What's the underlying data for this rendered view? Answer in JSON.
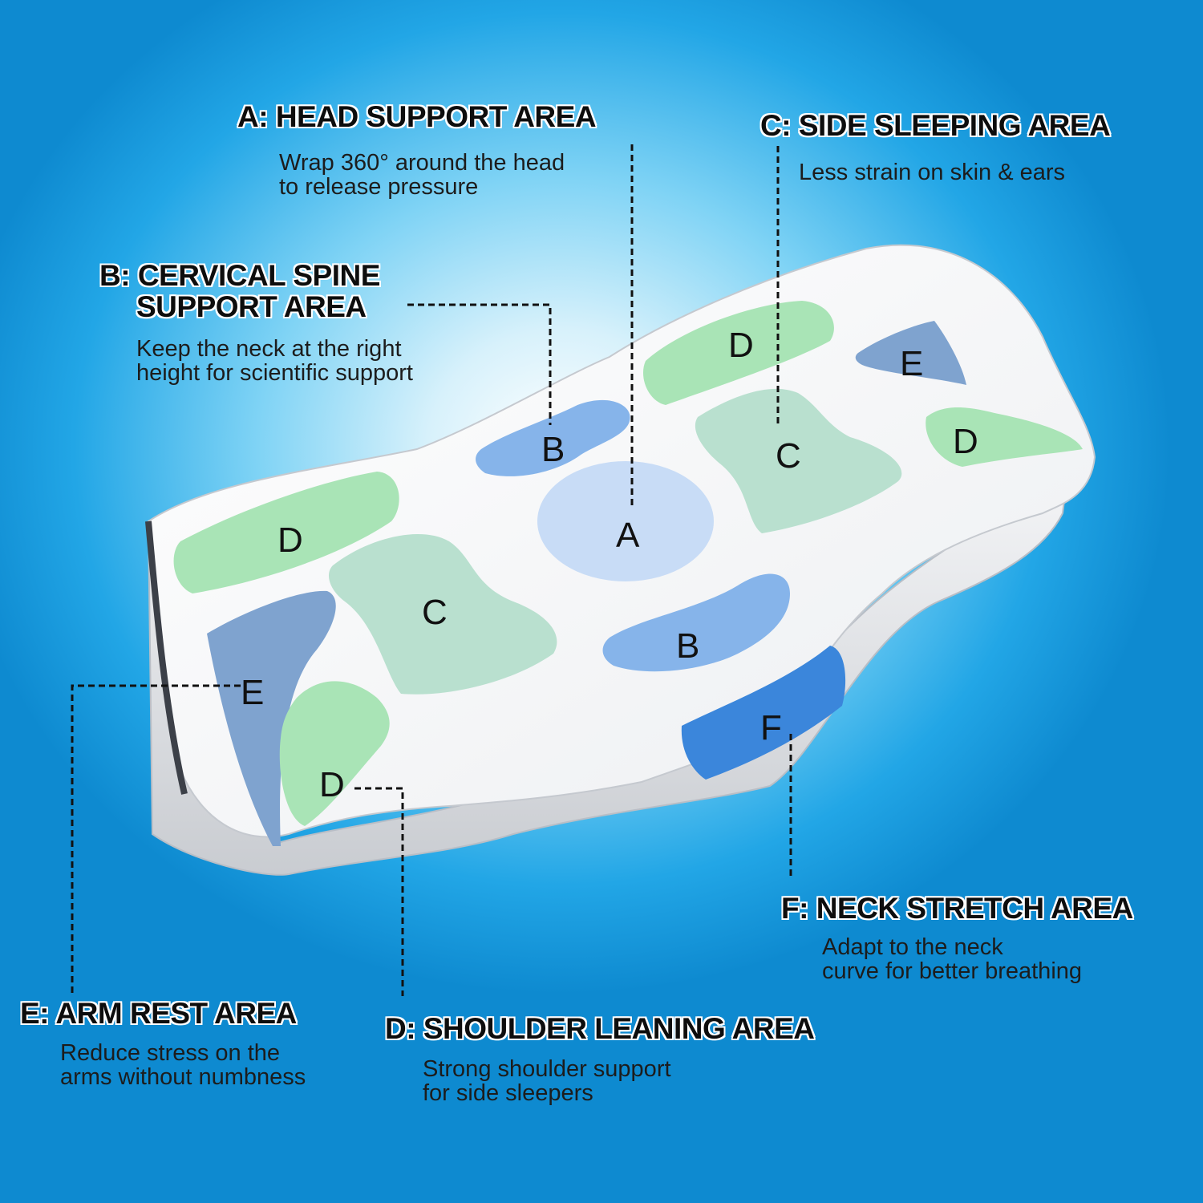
{
  "zones": {
    "a": {
      "letter": "A",
      "title": "A: HEAD SUPPORT AREA",
      "line1": "Wrap 360° around the head",
      "line2": "to release pressure",
      "color": "#c8dcf6"
    },
    "b": {
      "letter": "B",
      "title1": "B: CERVICAL SPINE",
      "title2": "SUPPORT AREA",
      "line1": "Keep the neck at the right",
      "line2": "height for scientific support",
      "color": "#86b4ea"
    },
    "c": {
      "letter": "C",
      "title": "C: SIDE SLEEPING AREA",
      "line1": "Less strain on skin & ears",
      "color": "#b9e0cf"
    },
    "d": {
      "letter": "D",
      "title": "D: SHOULDER LEANING AREA",
      "line1": "Strong shoulder support",
      "line2": "for side sleepers",
      "color": "#a9e4b6"
    },
    "e": {
      "letter": "E",
      "title": "E: ARM REST AREA",
      "line1": "Reduce stress on the",
      "line2": "arms without numbness",
      "color": "#7fa3cf"
    },
    "f": {
      "letter": "F",
      "title": "F: NECK STRETCH AREA",
      "line1": "Adapt to the neck",
      "line2": "curve for better breathing",
      "color": "#3b86db"
    }
  }
}
